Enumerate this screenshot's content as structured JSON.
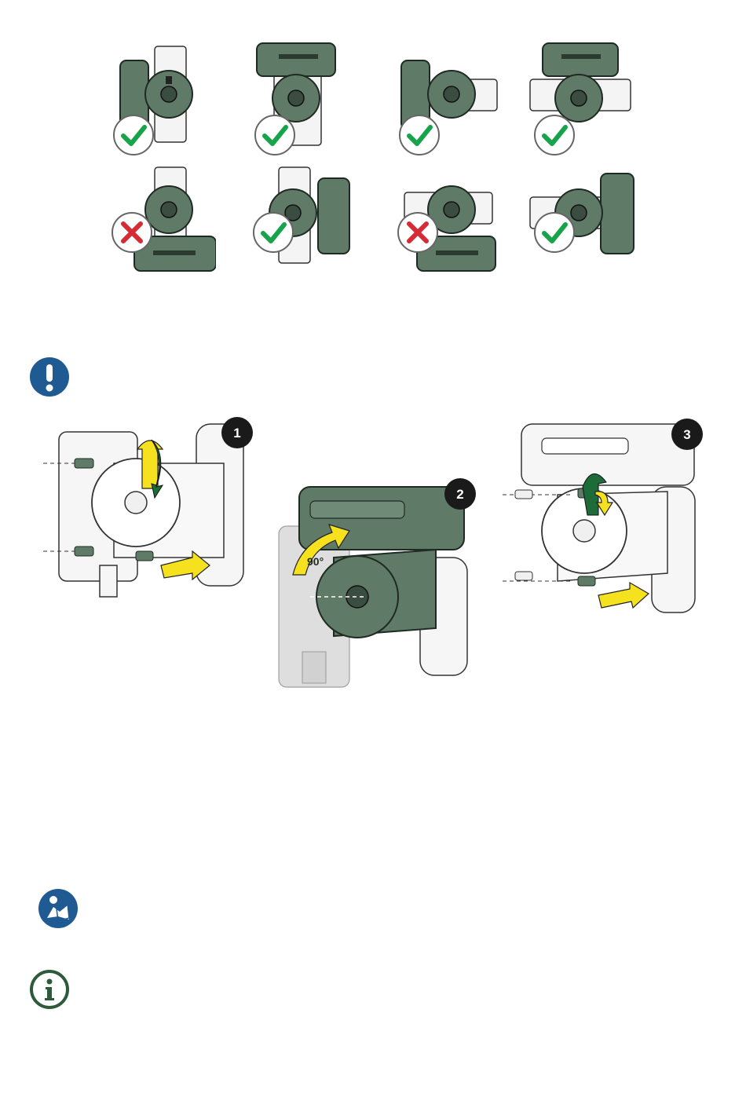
{
  "orientation_grid": {
    "cells": [
      {
        "status": "allowed",
        "icon": "check-icon"
      },
      {
        "status": "allowed",
        "icon": "check-icon"
      },
      {
        "status": "allowed",
        "icon": "check-icon"
      },
      {
        "status": "allowed",
        "icon": "check-icon"
      },
      {
        "status": "not-allowed",
        "icon": "cross-icon"
      },
      {
        "status": "allowed",
        "icon": "check-icon"
      },
      {
        "status": "not-allowed",
        "icon": "cross-icon"
      },
      {
        "status": "allowed",
        "icon": "check-icon"
      }
    ],
    "colors": {
      "check": "#16a34a",
      "cross": "#d62b35",
      "pump": "#5f7a66"
    }
  },
  "warning": {
    "icon": "exclamation-icon",
    "color": "#1f5a93"
  },
  "steps": [
    {
      "number": "1"
    },
    {
      "number": "2",
      "angle_label": "90°"
    },
    {
      "number": "3"
    }
  ],
  "manual_note": {
    "icon": "read-manual-icon",
    "color": "#1f5a93"
  },
  "info_note": {
    "icon": "info-icon",
    "color": "#2c5a3a"
  }
}
